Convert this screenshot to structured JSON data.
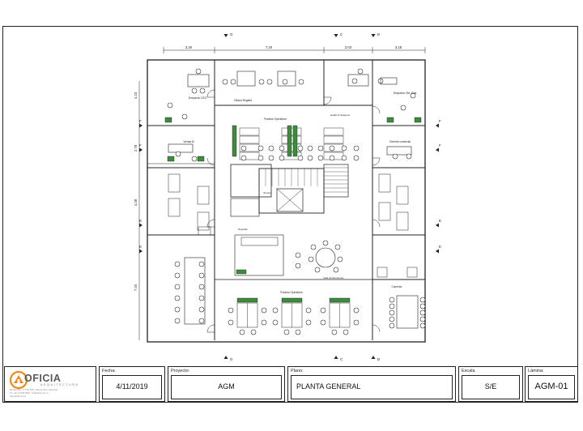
{
  "plan": {
    "dimensions_top": [
      "3.20",
      "7.20",
      "3.03",
      "3.18"
    ],
    "dimensions_left": [
      "4.23",
      "2.78",
      "4.28",
      "7.20"
    ],
    "grid_top": [
      "G",
      "C",
      "D"
    ],
    "grid_bottom": [
      "G",
      "C",
      "D"
    ],
    "grid_left": [
      "F",
      "F",
      "E",
      "E"
    ],
    "grid_right": [
      "F",
      "F",
      "E",
      "E"
    ],
    "rooms": {
      "despacho_ceo": "Despacho CEO",
      "oficina_regatta": "Oficina Regatta",
      "despacho_gte_grat": "Despacho Gte. Grat",
      "puestos_operativos_top": "Puestos Operativos",
      "health_seasons": "Health & Seasons",
      "ventas_m": "Ventas M",
      "gerente_comercial": "Gerente comercial",
      "sensor": "Sensor",
      "deposito": "Depósito",
      "sala_reuniones": "Sala de Reuniones",
      "puestos_operativos_bottom": "Puestos Operativos",
      "comedor": "Comedor"
    }
  },
  "title_block": {
    "logo": {
      "name": "OFICIA",
      "tagline": "ARQUITECTURA",
      "line1": "Rosario 600 – 1º Piso Of.B · Buenos Aires, Argentina",
      "line2": "Tel: +54 11 4765 2548 · info@oficia.com.ar",
      "line3": "www.oficia.com.ar"
    },
    "fecha_label": "Fecha:",
    "fecha_value": "4/11/2019",
    "proyecto_label": "Proyecto:",
    "proyecto_value": "AGM",
    "plano_label": "Plano:",
    "plano_value": "PLANTA GENERAL",
    "escala_label": "Escala",
    "escala_value": "S/E",
    "lamina_label": "Lámina:",
    "lamina_value": "AGM-01"
  },
  "colors": {
    "line": "#222222",
    "plant": "#3c8c3c",
    "logo_orange": "#f08a1c",
    "logo_gray": "#5a5a5a"
  }
}
